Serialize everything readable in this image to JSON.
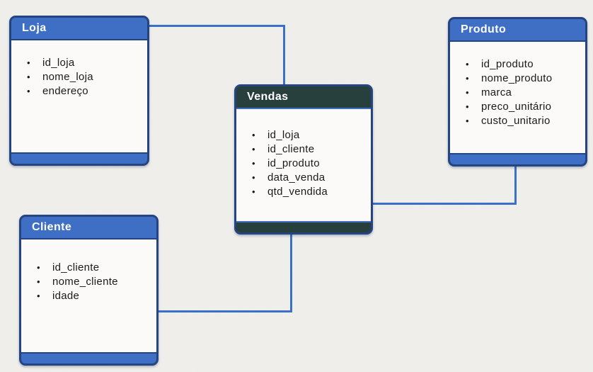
{
  "diagram": {
    "kind": "entity-relationship-diagram",
    "entities": [
      {
        "id": "loja",
        "title": "Loja",
        "style": "blue",
        "fields": [
          "id_loja",
          "nome_loja",
          "endereço"
        ]
      },
      {
        "id": "vendas",
        "title": "Vendas",
        "style": "dark",
        "fields": [
          "id_loja",
          "id_cliente",
          "id_produto",
          "data_venda",
          "qtd_vendida"
        ]
      },
      {
        "id": "produto",
        "title": "Produto",
        "style": "blue",
        "fields": [
          "id_produto",
          "nome_produto",
          "marca",
          "preco_unitário",
          "custo_unitario"
        ]
      },
      {
        "id": "cliente",
        "title": "Cliente",
        "style": "blue",
        "fields": [
          "id_cliente",
          "nome_cliente",
          "idade"
        ]
      }
    ],
    "connectors": [
      {
        "from": "Loja",
        "to": "Vendas"
      },
      {
        "from": "Produto",
        "to": "Vendas"
      },
      {
        "from": "Cliente",
        "to": "Vendas"
      }
    ],
    "colors": {
      "header_blue": "#3e6fc4",
      "header_dark": "#27403e",
      "border_navy": "#244482",
      "connector_blue": "#3a70c8",
      "body_background": "#fbfaf8",
      "page_background": "#f0efec",
      "field_text": "#1a1a1a",
      "title_text": "#ffffff"
    }
  }
}
